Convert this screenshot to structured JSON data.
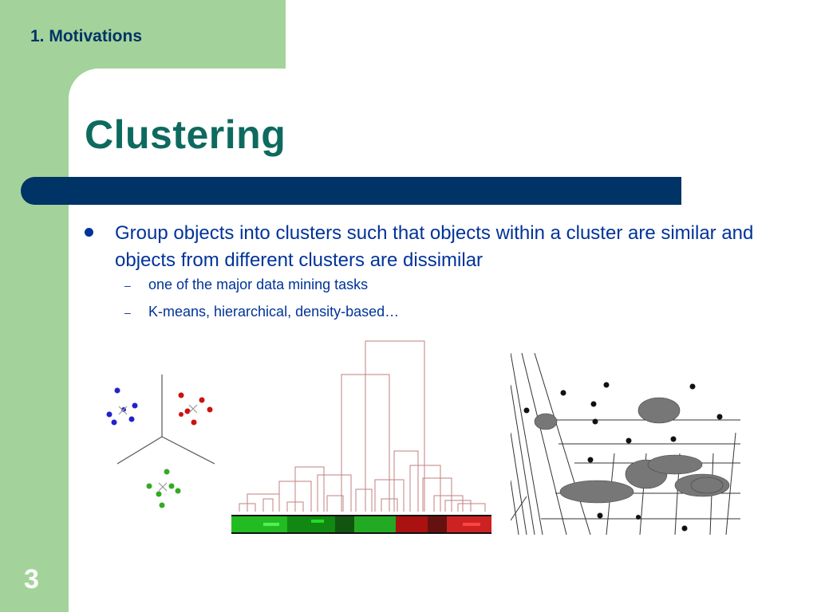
{
  "header": {
    "section": "1. Motivations"
  },
  "slide": {
    "title": "Clustering",
    "bullet": "Group objects into clusters such that objects within a cluster are similar and objects from different clusters are dissimilar",
    "subbullets": [
      "one of the major data mining tasks",
      "K-means, hierarchical, density-based…"
    ],
    "dash": "–",
    "page_number": "3"
  },
  "colors": {
    "green": "#a3d39a",
    "navy": "#003366",
    "title": "#0e6a5f",
    "text": "#003399"
  }
}
